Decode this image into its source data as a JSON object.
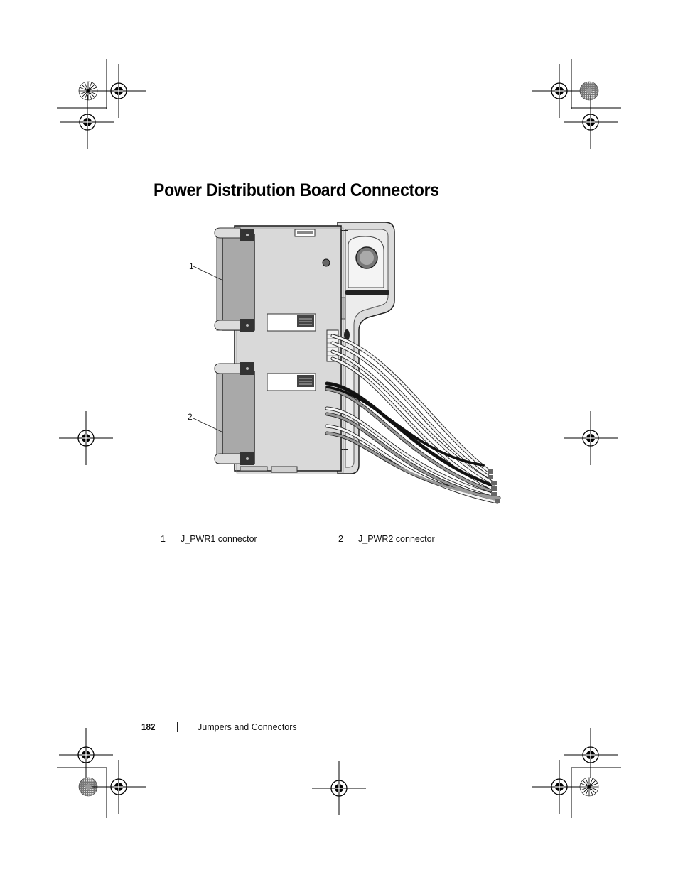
{
  "page": {
    "title": "Power Distribution Board Connectors"
  },
  "figure": {
    "callouts": [
      "1",
      "2"
    ]
  },
  "legend": [
    {
      "number": "1",
      "label": "J_PWR1 connector"
    },
    {
      "number": "2",
      "label": "J_PWR2 connector"
    }
  ],
  "footer": {
    "page_number": "182",
    "section": "Jumpers and Connectors"
  }
}
